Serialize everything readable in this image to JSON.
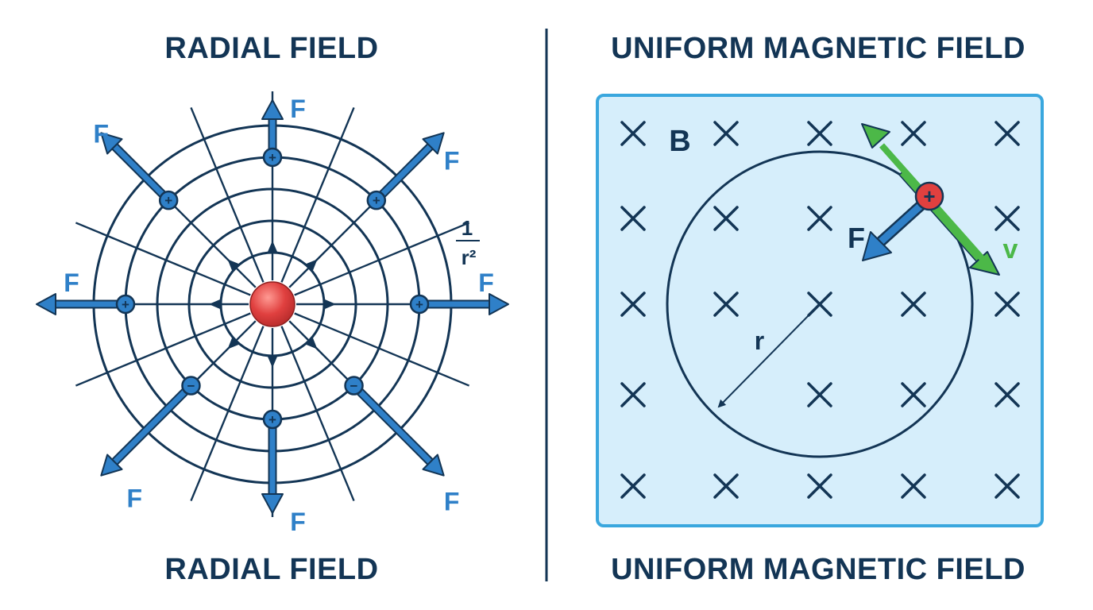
{
  "left_panel": {
    "title_top": "RADIAL FIELD",
    "title_bottom": "RADIAL FIELD",
    "force_label": "F",
    "inverse_square": {
      "numerator": "1",
      "denominator": "r²"
    },
    "charge_signs": [
      "+",
      "+",
      "+",
      "+",
      "+",
      "−",
      "+",
      "−"
    ]
  },
  "right_panel": {
    "title_top": "UNIFORM MAGNETIC FIELD",
    "title_bottom": "UNIFORM MAGNETIC FIELD",
    "field_label": "B",
    "field_symbol": "×",
    "radius_label": "r",
    "force_label": "F",
    "velocity_label": "v",
    "charge_sign": "+"
  },
  "colors": {
    "navy": "#133555",
    "force_blue": "#2f80c8",
    "velocity_green": "#4cb848",
    "charge_red": "#e0403f",
    "field_bg": "#d6eefb",
    "field_border": "#3aa7de"
  }
}
